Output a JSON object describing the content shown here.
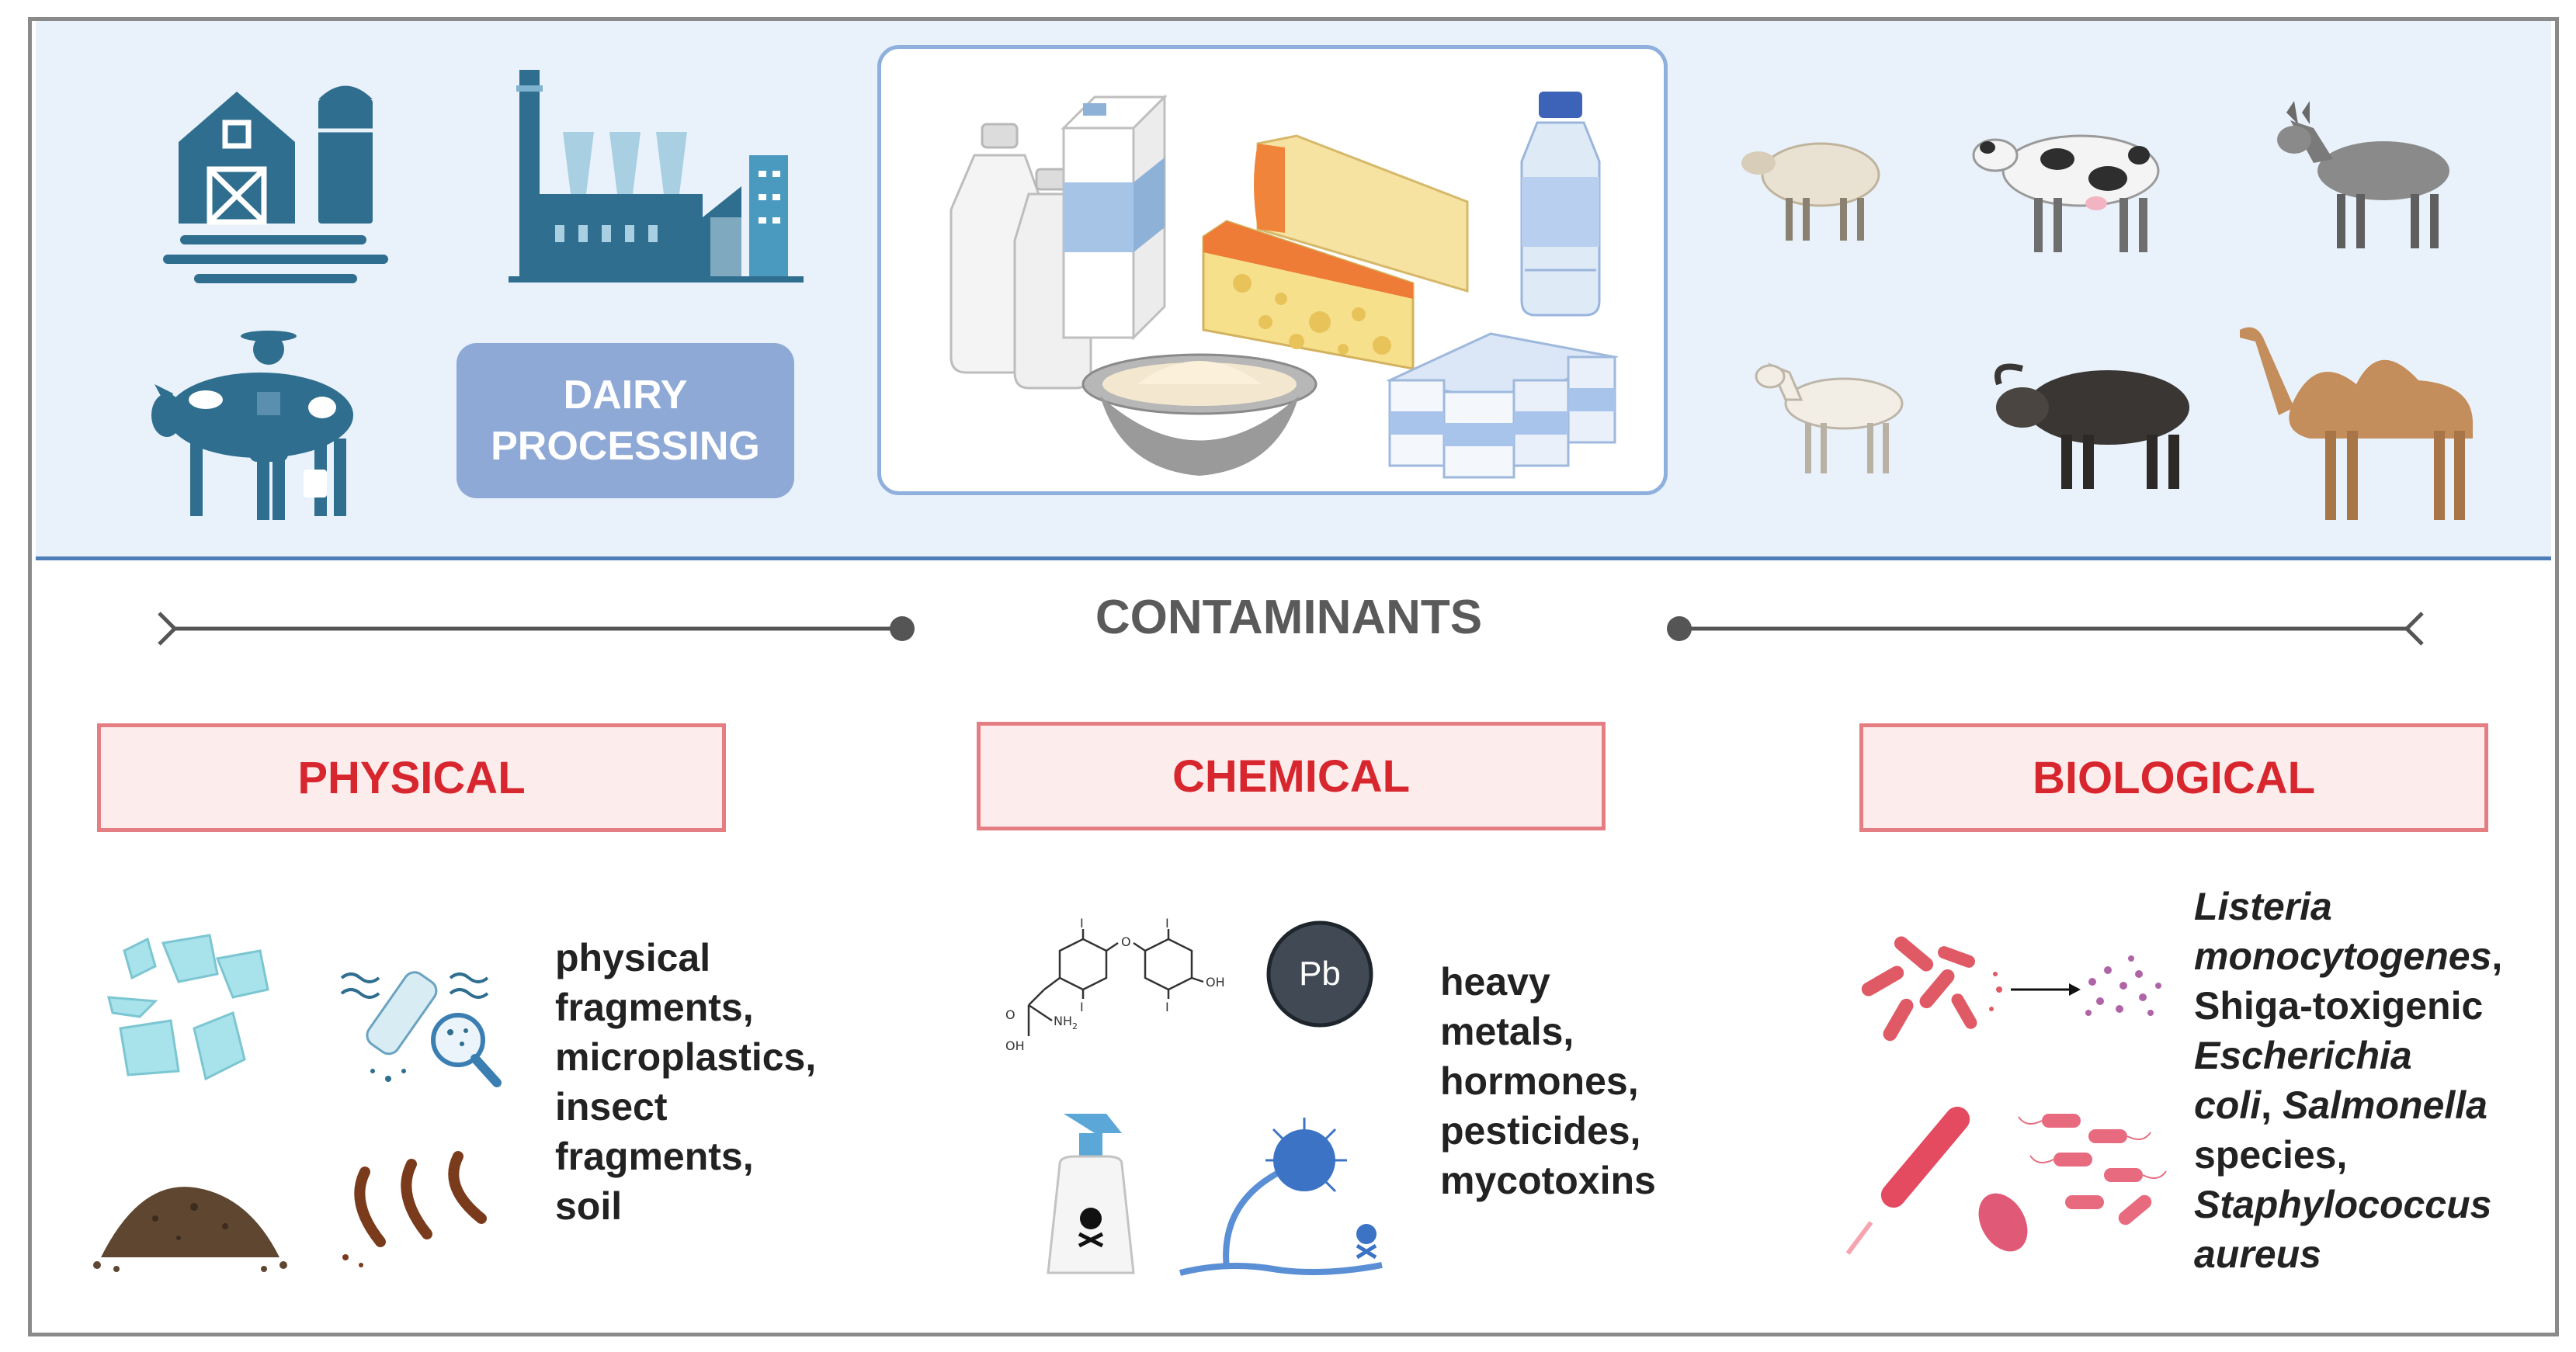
{
  "processing": {
    "badge_line1": "DAIRY",
    "badge_line2": "PROCESSING"
  },
  "contaminants_title": "CONTAMINANTS",
  "categories": {
    "physical": {
      "label": "PHYSICAL",
      "lines": [
        "physical",
        "fragments,",
        "microplastics,",
        "insect",
        "fragments,",
        "soil"
      ]
    },
    "chemical": {
      "label": "CHEMICAL",
      "lines": [
        "heavy",
        "metals,",
        "hormones,",
        "pesticides,",
        "mycotoxins"
      ],
      "lead_symbol": "Pb",
      "molecule_labels": {
        "iodine": "I",
        "oxygen": "O",
        "hydroxyl": "OH",
        "amine": "NH",
        "amine_sub": "2",
        "acid": "OH",
        "carbonyl": "O"
      }
    },
    "biological": {
      "label": "BIOLOGICAL",
      "lines": {
        "l1": "Listeria",
        "l2": "monocytogenes",
        "l2_tail": ",",
        "l3": "Shiga-toxigenic",
        "l4": "Escherichia",
        "l5a": "coli",
        "l5b": ", ",
        "l5c": "Salmonella",
        "l6": "species,",
        "l7": "Staphylococcus",
        "l8": "aureus"
      }
    }
  },
  "icons": {
    "top_left": [
      "barn-icon",
      "factory-icon",
      "farmer-with-cow-icon"
    ],
    "products": [
      "milk-bottle-icon",
      "milk-carton-icon",
      "cheese-icon",
      "water-bottle-icon",
      "cream-bowl-icon",
      "yogurt-cups-icon"
    ],
    "animals": [
      "sheep-icon",
      "cow-icon",
      "donkey-icon",
      "goat-icon",
      "buffalo-icon",
      "camel-icon"
    ],
    "physical": [
      "glass-fragments-icon",
      "microplastics-icon",
      "soil-pile-icon",
      "insect-fragments-icon"
    ],
    "chemical": [
      "molecule-icon",
      "lead-icon",
      "pesticide-spray-icon",
      "mold-icon"
    ],
    "biological": [
      "bacteria-colony-icon",
      "bacteria-icon"
    ]
  },
  "colors": {
    "band_bg": "#e9f2fb",
    "band_border": "#4f7fb8",
    "badge_bg": "#8fa9d6",
    "category_border": "#e47e82",
    "category_text": "#d7262e",
    "icon_blue": "#2f6e8e"
  }
}
